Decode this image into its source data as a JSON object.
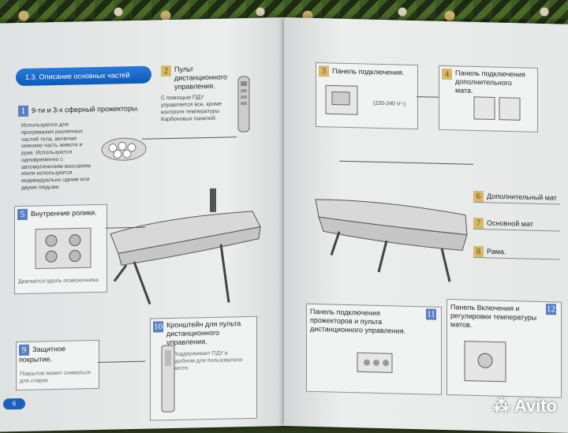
{
  "left_page": {
    "section_title": "1.3. Описание основных частей",
    "page_number": "6",
    "part1": {
      "num": "1",
      "title": "9-ти и 3-х сферный прожекторы.",
      "desc": "Используются для прогревания различных частей тела, включая нижнюю часть живота и руки. Используются одновременно с автоматическим массажем и/или используются индивидуально одним или двумя людьми."
    },
    "part2": {
      "num": "2",
      "title": "Пульт дистанционного управления.",
      "desc": "С помощью ПДУ управляется все, кроме контроля температуры Карбоновых панелей."
    },
    "part5": {
      "num": "5",
      "title": "Внутренние ролики.",
      "desc": "Двигаются вдоль позвоночника"
    },
    "part9": {
      "num": "9",
      "title": "Защитное покрытие.",
      "desc": "Покрытие может сниматься для стирки"
    },
    "part10": {
      "num": "10",
      "title": "Кронштейн для пульта дистанционного управления.",
      "desc": "Поддерживает ПДУ в удобном для пользователя месте."
    }
  },
  "right_page": {
    "part3": {
      "num": "3",
      "title": "Панель подключения.",
      "voltage": "(220-240 V~)"
    },
    "part4": {
      "num": "4",
      "title": "Панель подключения дополнительного мата."
    },
    "part6": {
      "num": "6",
      "title": "Дополнительный мат"
    },
    "part7": {
      "num": "7",
      "title": "Основной мат"
    },
    "part8": {
      "num": "8",
      "title": "Рама."
    },
    "part11": {
      "num": "11",
      "title": "Панель подключения прожекторов и пульта дистанционного управления."
    },
    "part12": {
      "num": "12",
      "title": "Панель Включения и регулировки температуры матов."
    }
  },
  "watermark": "Avito"
}
